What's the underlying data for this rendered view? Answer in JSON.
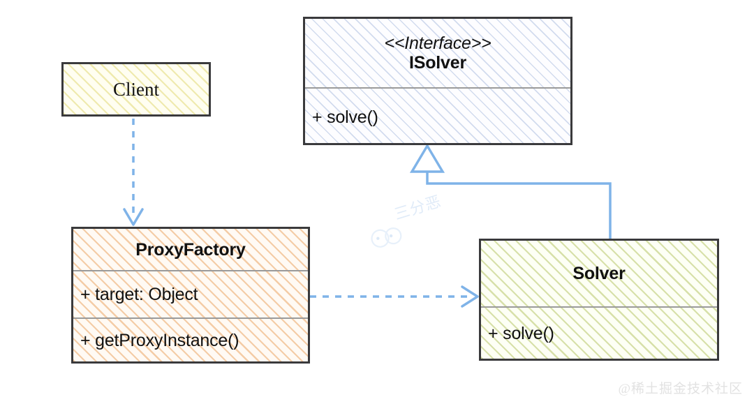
{
  "diagram": {
    "type": "uml-class-diagram",
    "title": "Proxy Pattern Class Diagram",
    "background_color": "#ffffff",
    "accent_color": "#7fb3e8",
    "border_color": "#3a3a3c"
  },
  "classes": [
    {
      "id": "client",
      "name": "Client",
      "stereotype": "",
      "fill": "yellow",
      "fill_color": "#fffef1",
      "hatch_color": "#e2d978",
      "compartments": [
        {
          "kind": "title",
          "lines": [
            "Client"
          ]
        }
      ]
    },
    {
      "id": "isolver",
      "name": "ISolver",
      "stereotype": "<<Interface>>",
      "fill": "blue",
      "fill_color": "#fdfdff",
      "hatch_color": "#96acd6",
      "compartments": [
        {
          "kind": "title",
          "lines": [
            "<<Interface>>",
            "ISolver"
          ]
        },
        {
          "kind": "members",
          "lines": [
            "+ solve()"
          ]
        }
      ]
    },
    {
      "id": "proxyfactory",
      "name": "ProxyFactory",
      "stereotype": "",
      "fill": "orange",
      "fill_color": "#fffaf4",
      "hatch_color": "#eeb076",
      "compartments": [
        {
          "kind": "title",
          "lines": [
            "ProxyFactory"
          ]
        },
        {
          "kind": "members",
          "lines": [
            "+ target: Object"
          ]
        },
        {
          "kind": "members",
          "lines": [
            "+ getProxyInstance()"
          ]
        }
      ]
    },
    {
      "id": "solver",
      "name": "Solver",
      "stereotype": "",
      "fill": "green",
      "fill_color": "#fdfff5",
      "hatch_color": "#becc76",
      "compartments": [
        {
          "kind": "title",
          "lines": [
            "Solver"
          ]
        },
        {
          "kind": "members",
          "lines": [
            "+ solve()"
          ]
        }
      ]
    }
  ],
  "labels": {
    "client_title": "Client",
    "isolver_stereotype": "<<Interface>>",
    "isolver_title": "ISolver",
    "isolver_method": "+ solve()",
    "proxyfactory_title": "ProxyFactory",
    "proxyfactory_field": "+ target: Object",
    "proxyfactory_method": "+ getProxyInstance()",
    "solver_title": "Solver",
    "solver_method": "+ solve()"
  },
  "relations": [
    {
      "id": "client-to-proxyfactory",
      "kind": "dependency",
      "style": "dashed",
      "arrowhead": "open",
      "from": "Client",
      "to": "ProxyFactory",
      "color": "#7fb3e8"
    },
    {
      "id": "proxyfactory-to-solver",
      "kind": "dependency",
      "style": "dashed",
      "arrowhead": "open",
      "from": "ProxyFactory",
      "to": "Solver",
      "color": "#7fb3e8"
    },
    {
      "id": "solver-to-isolver",
      "kind": "realization",
      "style": "solid",
      "arrowhead": "hollow-triangle",
      "from": "Solver",
      "to": "ISolver",
      "color": "#7fb3e8"
    }
  ],
  "watermarks": {
    "center_text": "三分恶",
    "center_color": "#c8dcf4",
    "corner_text": "@稀土掘金技术社区",
    "corner_color": "#e2e2e2"
  }
}
